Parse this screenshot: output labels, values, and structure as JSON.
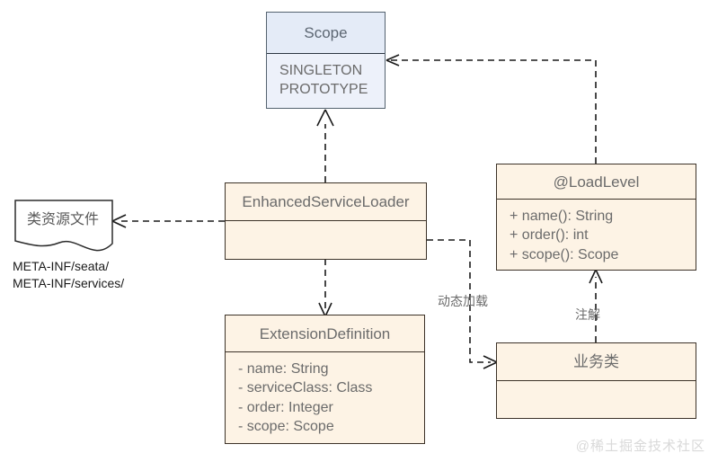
{
  "diagram": {
    "type": "uml-class-diagram",
    "background": "#ffffff",
    "nodes": {
      "scope": {
        "title": "Scope",
        "fill": "#e9eef8",
        "stroke": "#54626f",
        "members": [
          "SINGLETON",
          "PROTOTYPE"
        ]
      },
      "enhanced_service_loader": {
        "title": "EnhancedServiceLoader",
        "fill": "#fdf3e5",
        "stroke": "#3c3228",
        "members": []
      },
      "load_level": {
        "title": "@LoadLevel",
        "fill": "#fdf3e5",
        "stroke": "#3c3228",
        "members": [
          "+ name(): String",
          "+ order(): int",
          "+ scope(): Scope"
        ]
      },
      "extension_definition": {
        "title": "ExtensionDefinition",
        "fill": "#fdf3e5",
        "stroke": "#3c3228",
        "members": [
          "- name: String",
          "- serviceClass: Class",
          "- order: Integer",
          "- scope: Scope"
        ]
      },
      "business_class": {
        "title": "业务类",
        "fill": "#fdf3e5",
        "stroke": "#3c3228",
        "members": []
      },
      "resource_note": {
        "title": "类资源文件",
        "lines": [
          "META-INF/seata/",
          "META-INF/services/"
        ]
      }
    },
    "edges": {
      "load_level_to_scope": {
        "label": "",
        "style": "dashed",
        "arrow": "open"
      },
      "enhanced_to_scope": {
        "label": "",
        "style": "dashed",
        "arrow": "hollow-triangle"
      },
      "enhanced_to_note": {
        "label": "",
        "style": "dashed",
        "arrow": "open"
      },
      "enhanced_to_extension": {
        "label": "",
        "style": "dashed",
        "arrow": "open"
      },
      "enhanced_to_business": {
        "label": "动态加载",
        "style": "dashed",
        "arrow": "open"
      },
      "business_to_load_level": {
        "label": "注解",
        "style": "dashed",
        "arrow": "open"
      }
    },
    "watermark": "@稀土掘金技术社区"
  }
}
